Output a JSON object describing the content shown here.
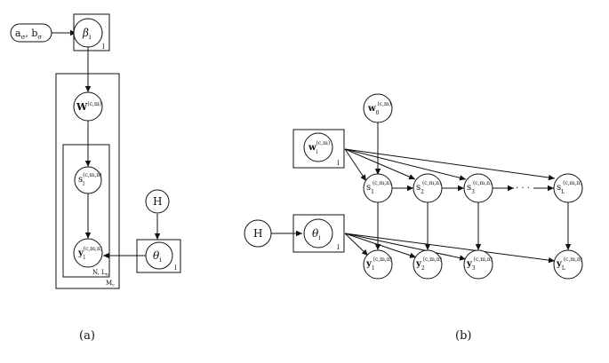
{
  "panel_a": {
    "caption": "(a)",
    "prior_node": {
      "a": "a",
      "a_sub": "σ",
      "b": "b",
      "b_sub": "σ"
    },
    "beta": {
      "sym": "β",
      "sub": "i"
    },
    "beta_plate": "I",
    "w": {
      "sym": "W",
      "sup": "(c,m)"
    },
    "s": {
      "sym": "s",
      "sub": "l",
      "sup": "(c,m,n)"
    },
    "y": {
      "sym": "y",
      "sub": "l",
      "sup": "(c,m,n)"
    },
    "inner_plate": "N, L",
    "inner_plate_sub": "n",
    "outer_plate": "M",
    "outer_plate_sub": "c",
    "H": "H",
    "theta": {
      "sym": "θ",
      "sub": "i"
    },
    "theta_plate": "I"
  },
  "panel_b": {
    "caption": "(b)",
    "w0": {
      "sym": "w",
      "sub": "0",
      "sup": "(c,m)"
    },
    "w1": {
      "sym": "w",
      "sub": "i",
      "sup": "(c,m)"
    },
    "w_plate": "I",
    "H": "H",
    "theta": {
      "sym": "θ",
      "sub": "i"
    },
    "theta_plate": "I",
    "s_nodes": [
      {
        "sym": "s",
        "sub": "1",
        "sup": "(c,m,n)"
      },
      {
        "sym": "s",
        "sub": "2",
        "sup": "(c,m,n)"
      },
      {
        "sym": "s",
        "sub": "3",
        "sup": "(c,m,n)"
      },
      {
        "sym": "s",
        "sub": "L",
        "sup": "(c,m,n)"
      }
    ],
    "dots": "· · ·",
    "y_nodes": [
      {
        "sym": "y",
        "sub": "1",
        "sup": "(c,m,n)"
      },
      {
        "sym": "y",
        "sub": "2",
        "sup": "(c,m,n)"
      },
      {
        "sym": "y",
        "sub": "3",
        "sup": "(c,m,n)"
      },
      {
        "sym": "y",
        "sub": "L",
        "sup": "(c,m,n)"
      }
    ]
  }
}
